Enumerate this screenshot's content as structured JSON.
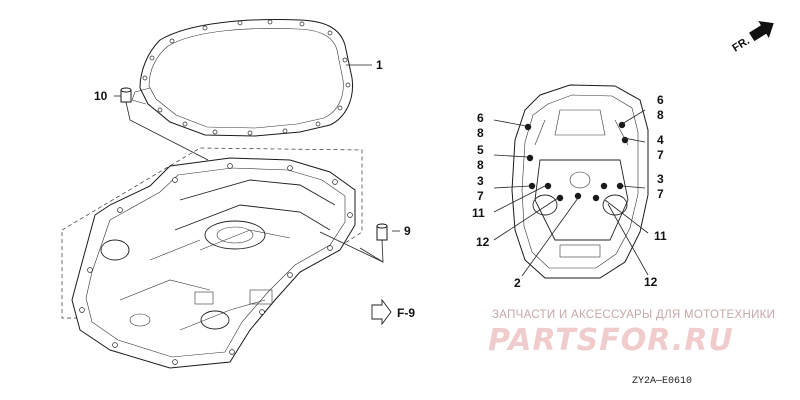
{
  "callouts": {
    "gasket": "1",
    "dowel_top": "10",
    "dowel_right": "9",
    "r_6a": "6",
    "r_8a": "8",
    "r_4": "4",
    "r_7a": "7",
    "r_3a": "3",
    "r_7b": "7",
    "r_11a": "11",
    "r_12a": "12",
    "l_6": "6",
    "l_8a": "8",
    "l_5": "5",
    "l_8b": "8",
    "l_3": "3",
    "l_7": "7",
    "l_11": "11",
    "l_12": "12",
    "l_2": "2"
  },
  "direction_label": "FR.",
  "reference_label": "F-9",
  "diagram_code": "ZY2A—E0610",
  "watermark": {
    "caption": "ЗАПЧАСТИ И АКСЕССУАРЫ ДЛЯ МОТОТЕХНИКИ",
    "logo": "PARTSFOR.RU"
  }
}
